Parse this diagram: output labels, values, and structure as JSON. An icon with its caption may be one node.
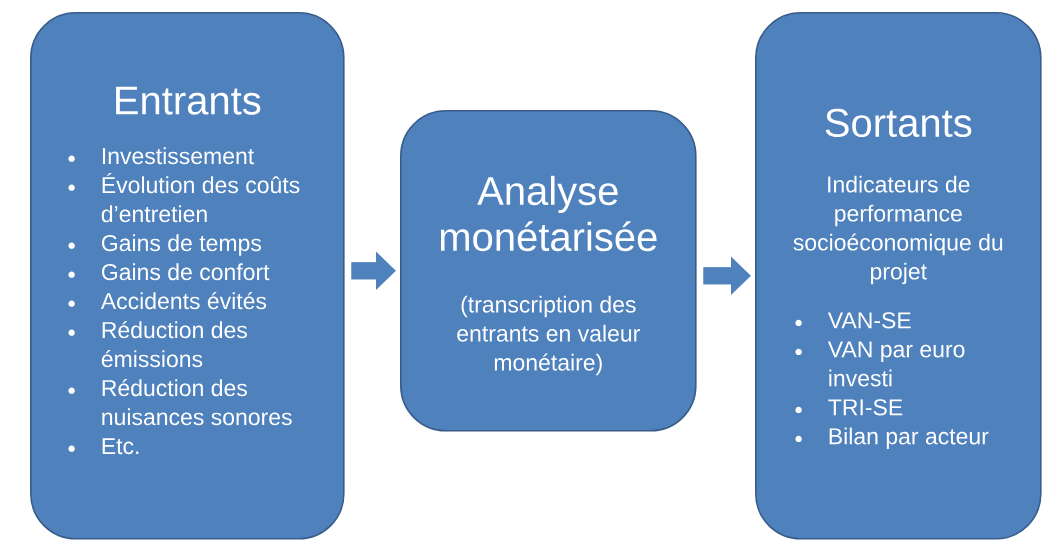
{
  "diagram": {
    "nodes": [
      {
        "text": [
          "Entrants",
          "Investissement",
          "Évolution des coûts d’entretien",
          "Gains de temps",
          "Gains de confort",
          "Accidents évités",
          "Réduction des émissions",
          "Réduction des nuisances sonores",
          "Etc."
        ]
      },
      {
        "text": [
          "Analyse monétarisée",
          "(transcription des entrants en valeur monétaire)"
        ]
      },
      {
        "text": [
          "Sortants",
          "Indicateurs de performance socioéconomique du projet",
          "VAN-SE",
          "VAN par euro investi",
          "TRI-SE",
          "Bilan par acteur"
        ]
      }
    ],
    "edges": [
      {
        "from": 0,
        "to": 1,
        "arrow": "to"
      },
      {
        "from": 1,
        "to": 2,
        "arrow": "to"
      }
    ]
  }
}
